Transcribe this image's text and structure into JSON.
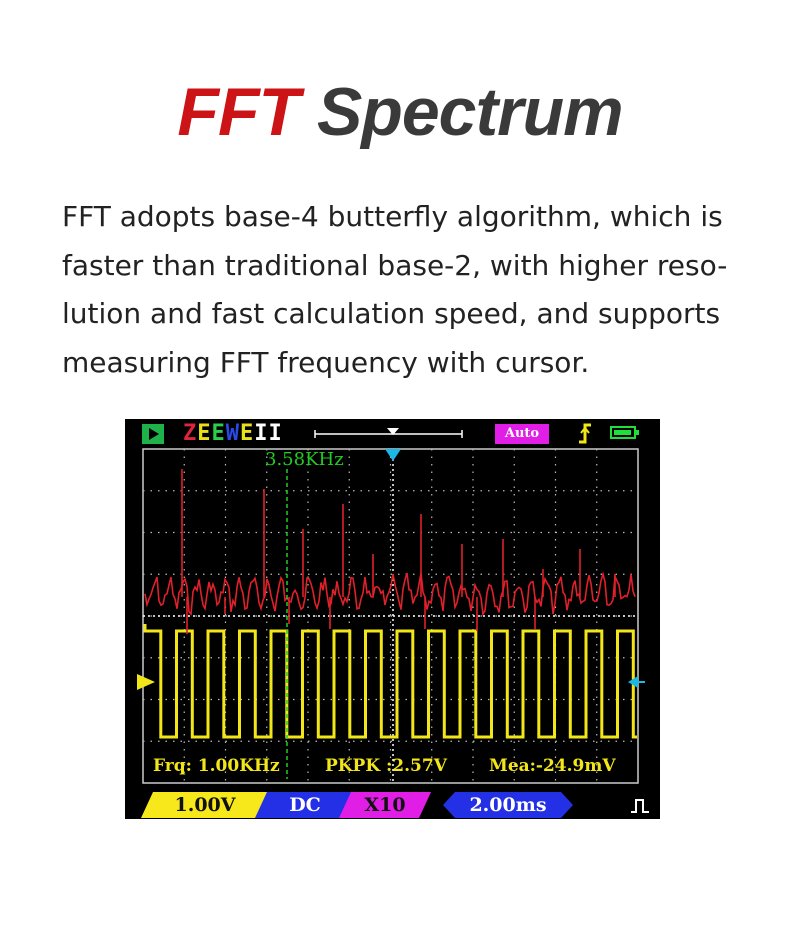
{
  "header": {
    "title_accent": "FFT",
    "title_main": "Spectrum",
    "description_lines": [
      "FFT adopts base-4 butterfly algorithm, which is",
      "faster than traditional base-2, with higher reso-",
      "lution and fast calculation speed, and supports",
      "measuring FFT frequency with cursor."
    ]
  },
  "scope": {
    "status": {
      "run_icon": "play-icon",
      "brand_letters": [
        "Z",
        "E",
        "E",
        "W",
        "E",
        "I",
        "I"
      ],
      "brand_colors": [
        "#e0243a",
        "#e8e01a",
        "#2ad04a",
        "#2a4ae8",
        "#e8e01a",
        "#ffffff",
        "#ffffff"
      ],
      "trigger_mode": "Auto",
      "trigger_edge_icon": "rising-edge-icon",
      "battery_icon": "battery-icon"
    },
    "cursor_freq_label": "3.58KHz",
    "readouts": {
      "frequency": "Frq: 1.00KHz",
      "peak_to_peak": "PKPK :2.57V",
      "measure": "Mea:-24.9mV"
    },
    "bottom_bar": {
      "volts_per_div": "1.00V",
      "coupling": "DC",
      "probe": "X10",
      "time_per_div": "2.00ms",
      "pulse_icon": "square-wave-icon"
    },
    "colors": {
      "fft_trace": "#e0202a",
      "channel_trace": "#f2e618",
      "grid": "#bbbbbb",
      "cursor": "#22cc22",
      "marker_cyan": "#19b8e6"
    }
  }
}
